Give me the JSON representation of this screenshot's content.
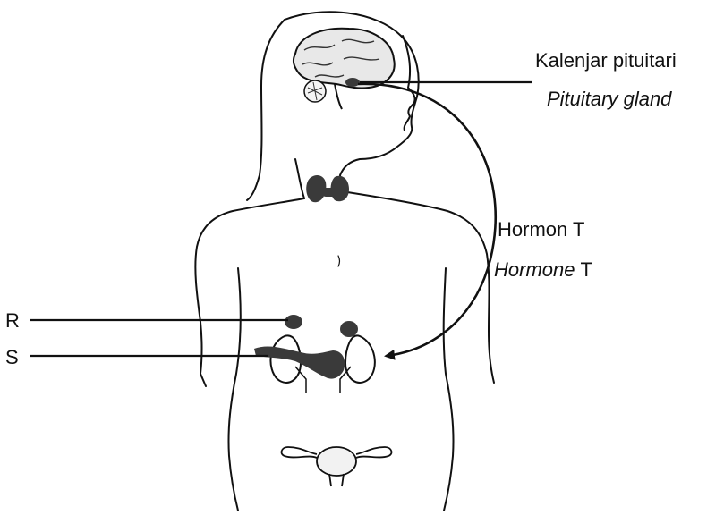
{
  "labels": {
    "pituitary_ms": "Kalenjar pituitari",
    "pituitary_en": "Pituitary gland",
    "hormone_ms": "Hormon T",
    "hormone_en_italic": "Hormone",
    "hormone_en_letter": "T",
    "r": "R",
    "s": "S"
  },
  "colors": {
    "line": "#111111",
    "organ": "#3a3a3a",
    "background": "#ffffff"
  }
}
